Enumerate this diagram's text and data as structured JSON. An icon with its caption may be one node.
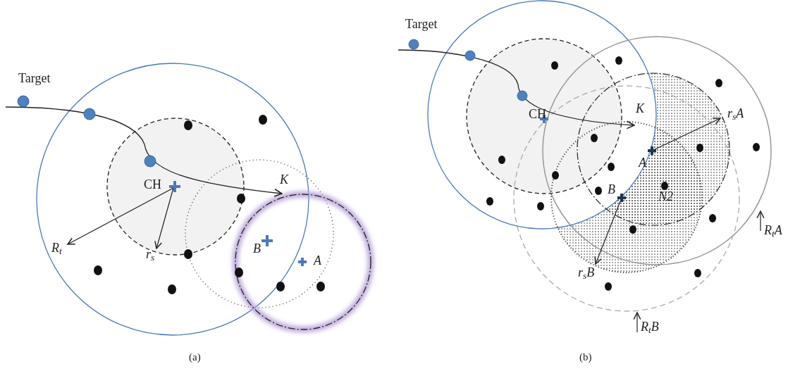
{
  "diagram": {
    "labels": [
      "Target",
      "CH",
      "K",
      "R$_{t}$",
      "r$_{s}$",
      "B",
      "A",
      "(a)",
      "Target",
      "CH",
      "K",
      "r$_{s}$A",
      "A",
      "B",
      "N2",
      "r$_{s}$B",
      "R$_{t}$A",
      "R$_{t}$B",
      "(b)"
    ]
  }
}
